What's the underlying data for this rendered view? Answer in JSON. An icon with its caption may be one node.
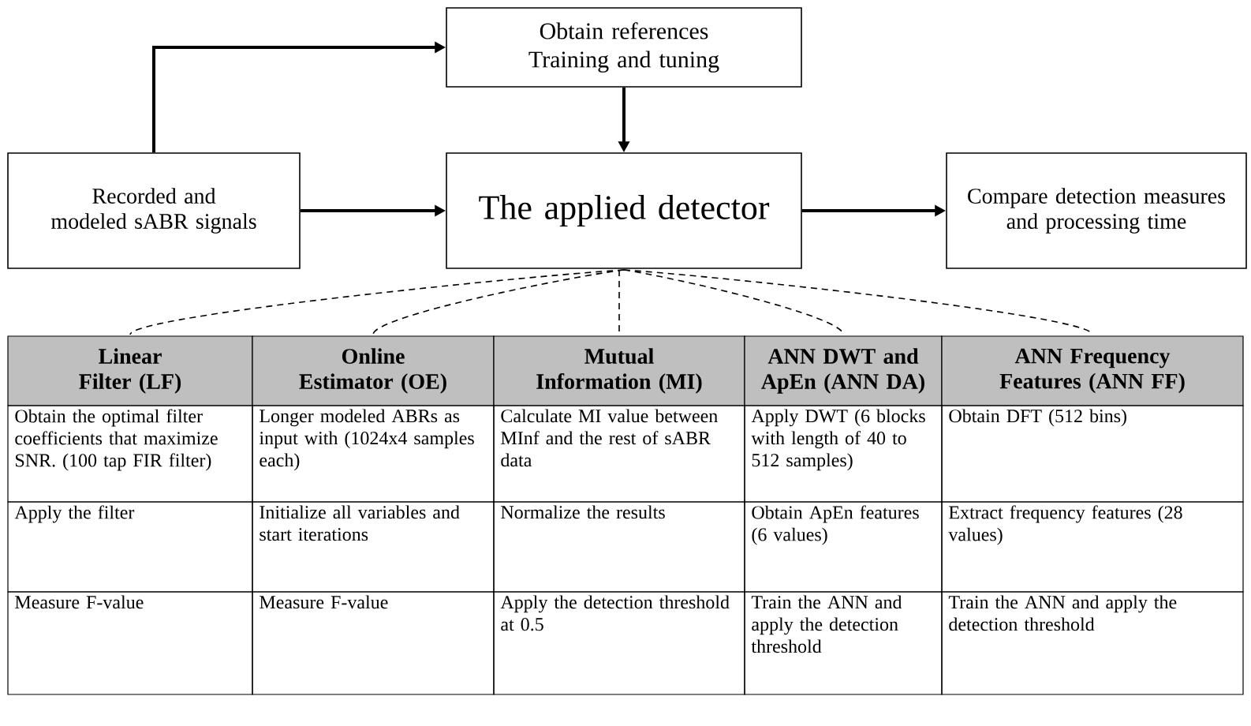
{
  "diagram": {
    "nodes": [
      {
        "text": [
          "Obtain references Training and tuning"
        ]
      },
      {
        "text": [
          "Recorded and modeled sABR signals"
        ]
      },
      {
        "text": [
          "The applied detector"
        ]
      },
      {
        "text": [
          "Compare detection measures and processing time"
        ]
      },
      {
        "text": [
          "Linear Filter (LF)"
        ]
      },
      {
        "text": [
          "Online Estimator (OE)"
        ]
      },
      {
        "text": [
          "Mutual Information (MI)"
        ]
      },
      {
        "text": [
          "ANN DWT and ApEn (ANN DA)"
        ]
      },
      {
        "text": [
          "ANN Frequency Features (ANN FF)"
        ]
      }
    ],
    "edges": [
      {
        "from": 1,
        "to": 0,
        "arrow": "to"
      },
      {
        "from": 0,
        "to": 2,
        "arrow": "to"
      },
      {
        "from": 1,
        "to": 2,
        "arrow": "to"
      },
      {
        "from": 2,
        "to": 3,
        "arrow": "to"
      },
      {
        "from": 2,
        "to": 4,
        "arrow": "none",
        "style": "dashed"
      },
      {
        "from": 2,
        "to": 5,
        "arrow": "none",
        "style": "dashed"
      },
      {
        "from": 2,
        "to": 6,
        "arrow": "none",
        "style": "dashed"
      },
      {
        "from": 2,
        "to": 7,
        "arrow": "none",
        "style": "dashed"
      },
      {
        "from": 2,
        "to": 8,
        "arrow": "none",
        "style": "dashed"
      }
    ],
    "labels": [
      "Obtain the optimal filter coefficients that maximize SNR. (100 tap FIR filter)",
      "Longer modeled ABRs as input with (1024x4 samples each)",
      "Calculate MI value between MInf and the rest of sABR data",
      "Apply DWT (6 blocks with length of 40 to 512 samples)",
      "Obtain DFT (512 bins)",
      "Apply the filter",
      "Initialize all variables and start iterations",
      "Normalize the results",
      "Obtain ApEn features (6 values)",
      "Extract frequency features (28 values)",
      "Measure F-value",
      "Measure F-value",
      "Apply the detection threshold at 0.5",
      "Train the ANN and apply the detection threshold",
      "Train the ANN and apply the detection threshold"
    ]
  }
}
